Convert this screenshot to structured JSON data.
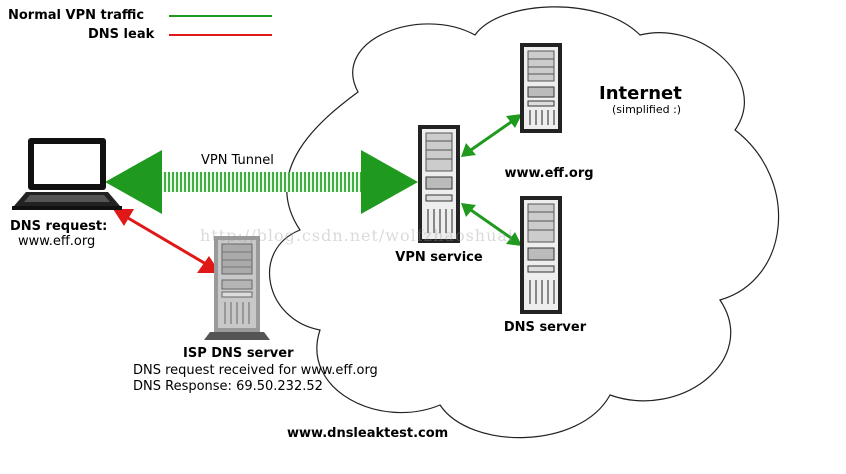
{
  "legend": {
    "normal_label": "Normal VPN traffic",
    "normal_color": "#1f9a1f",
    "leak_label": "DNS leak",
    "leak_color": "#e01818"
  },
  "laptop": {
    "title": "DNS request:",
    "subtitle": "www.eff.org",
    "icon": "laptop-icon"
  },
  "tunnel": {
    "label": "VPN Tunnel"
  },
  "cloud": {
    "title": "Internet",
    "subtitle": "(simplified :)"
  },
  "vpn_service": {
    "label": "VPN service",
    "icon": "server-icon"
  },
  "eff_server": {
    "label": "www.eff.org",
    "icon": "server-icon"
  },
  "dns_server": {
    "label": "DNS server",
    "icon": "server-icon"
  },
  "isp": {
    "title": "ISP DNS server",
    "line1": "DNS request received for www.eff.org",
    "line2": "DNS Response: 69.50.232.52",
    "icon": "server-icon"
  },
  "footer": {
    "site": "www.dnsleaktest.com"
  },
  "watermark": {
    "text": "http://blog.csdn.net/wolfzhaoshuai"
  }
}
